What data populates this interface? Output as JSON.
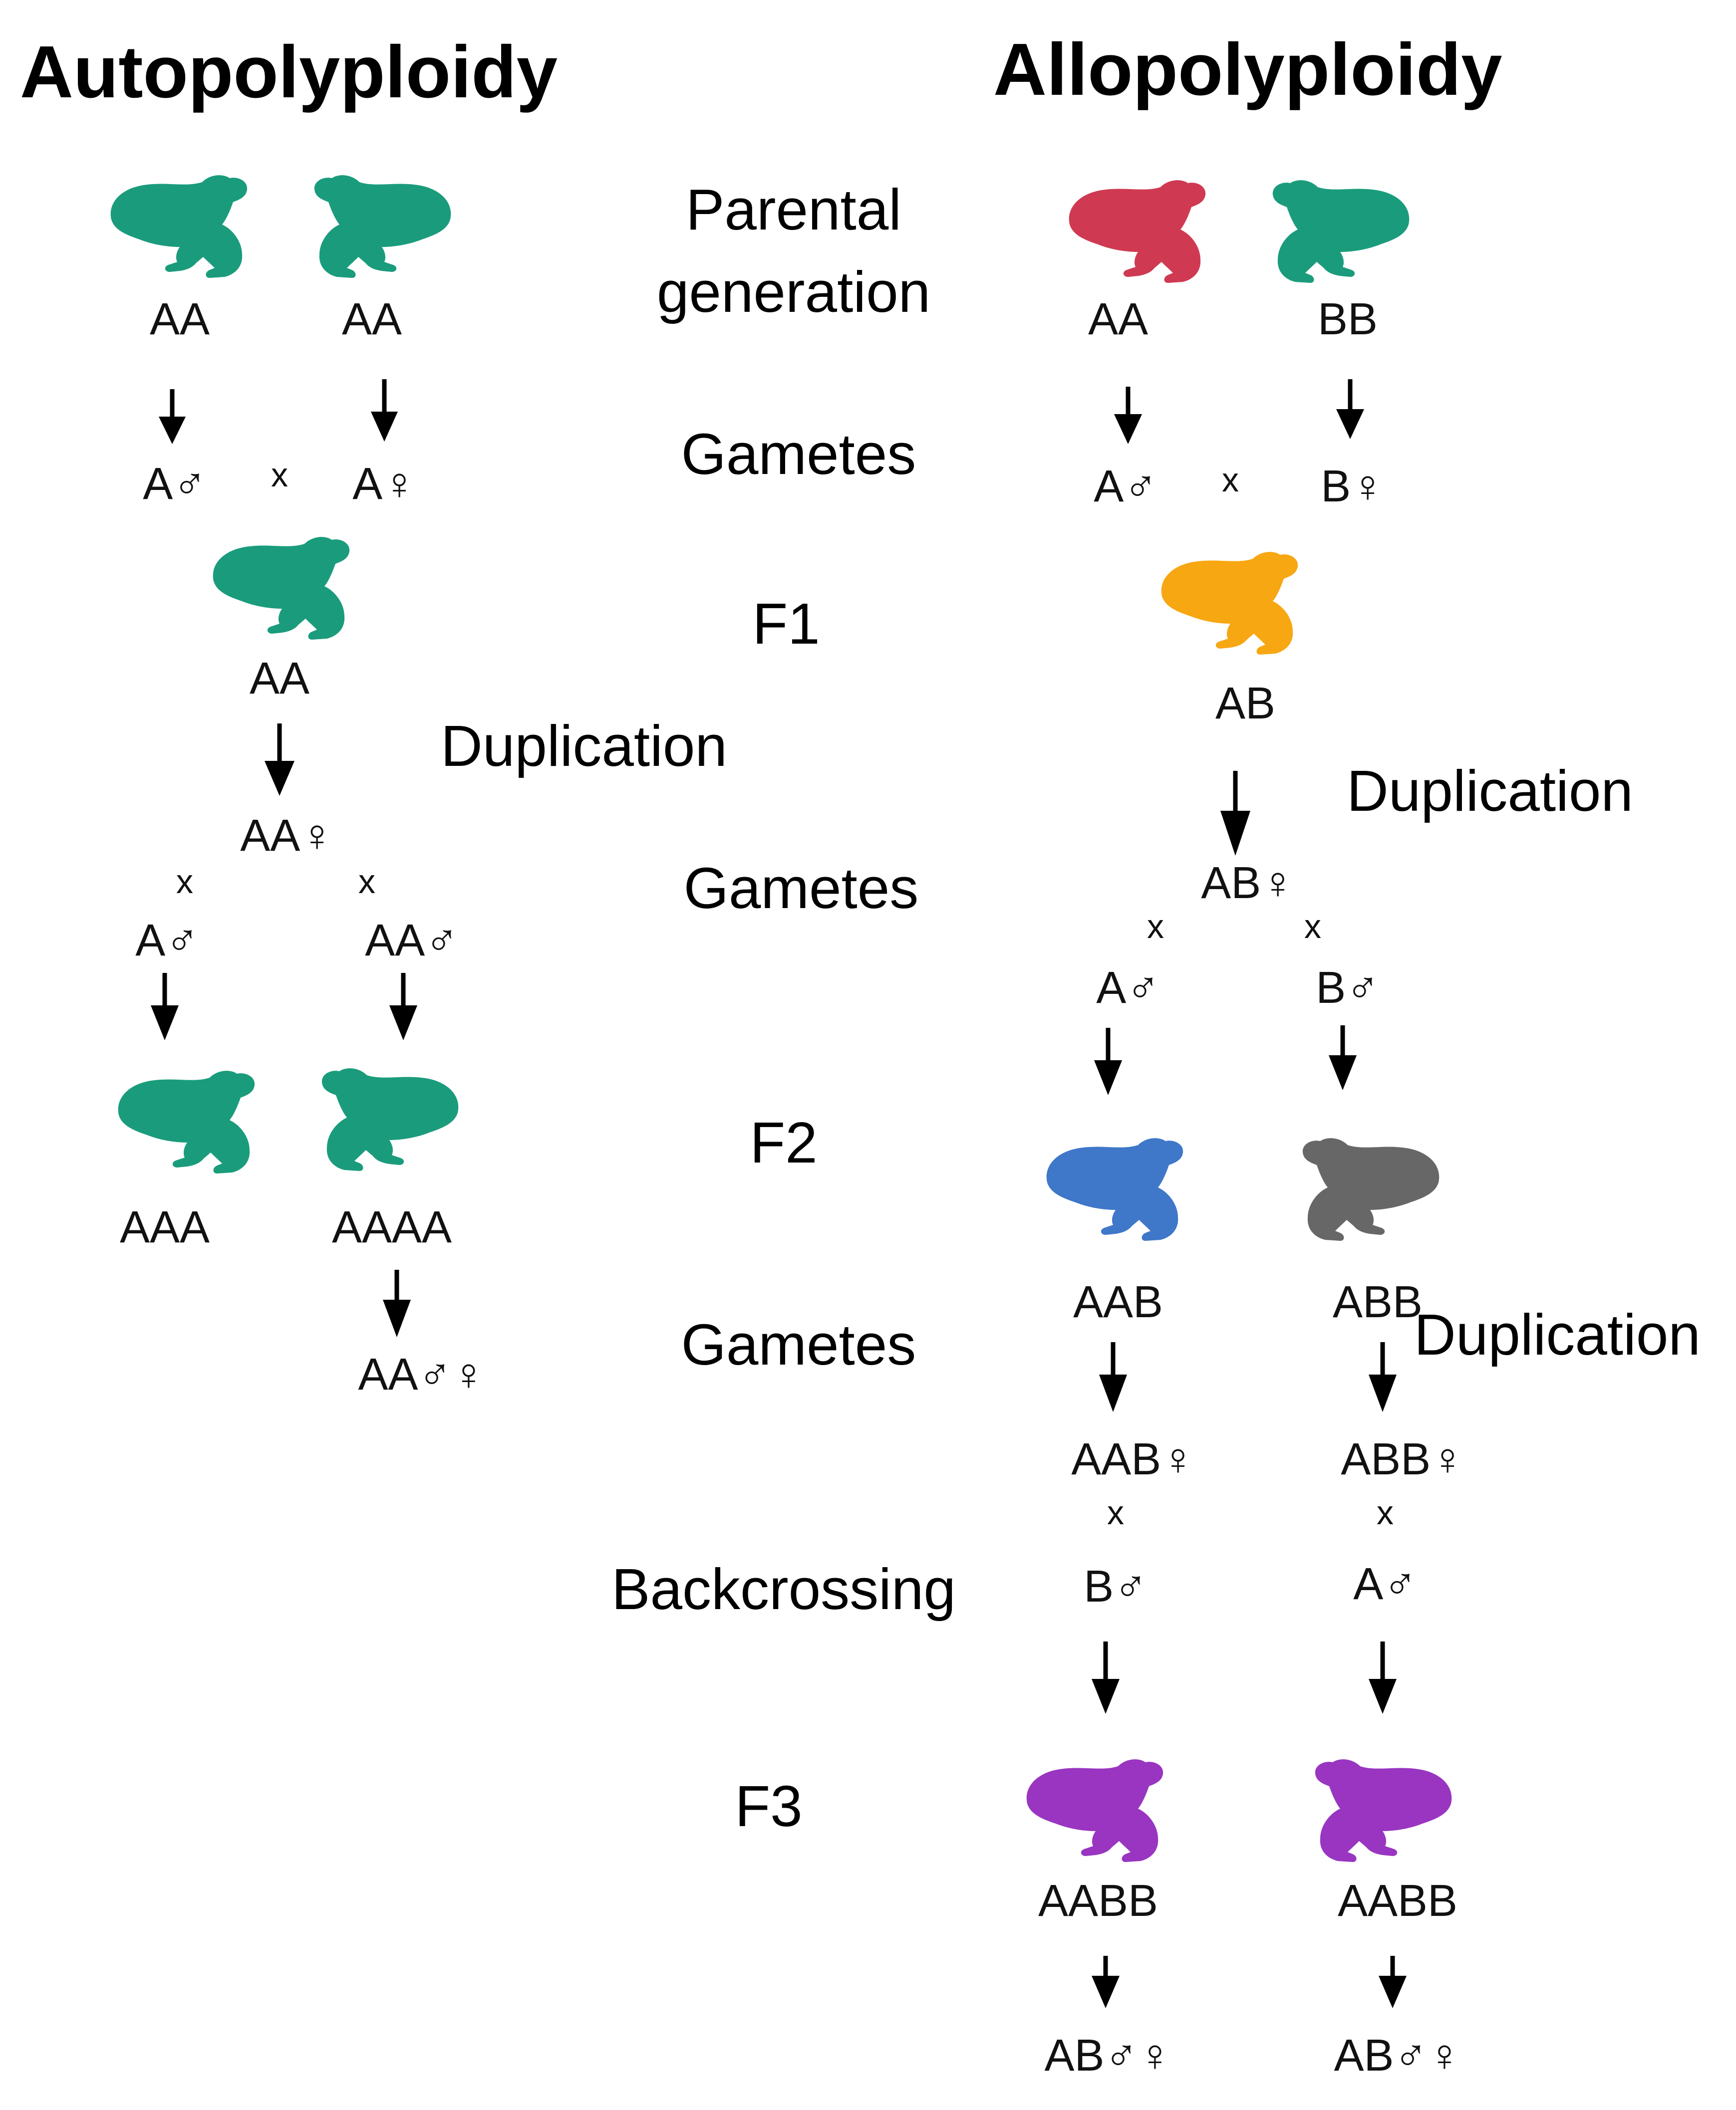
{
  "titles": {
    "auto": "Autopolyploidy",
    "allo": "Allopolyploidy"
  },
  "stages": {
    "parental_1": "Parental",
    "parental_2": "generation",
    "gametes_1": "Gametes",
    "f1": "F1",
    "duplication_auto": "Duplication",
    "gametes_2": "Gametes",
    "f2": "F2",
    "gametes_3": "Gametes",
    "backcrossing": "Backcrossing",
    "f3": "F3",
    "duplication_allo_1": "Duplication",
    "duplication_allo_2": "Duplication"
  },
  "genotypes": {
    "auto_p1": "AA",
    "auto_p2": "AA",
    "auto_g_male": "A♂",
    "auto_g_female": "A♀",
    "auto_f1": "AA",
    "auto_f1_gamete": "AA♀",
    "auto_g2_male_a": "A♂",
    "auto_g2_male_aa": "AA♂",
    "auto_f2_1": "AAA",
    "auto_f2_2": "AAAA",
    "auto_f2_gamete": "AA♂♀",
    "allo_p1": "AA",
    "allo_p2": "BB",
    "allo_g_male": "A♂",
    "allo_g_female": "B♀",
    "allo_f1": "AB",
    "allo_f1_gamete": "AB♀",
    "allo_g2_male_a": "A♂",
    "allo_g2_male_b": "B♂",
    "allo_f2_1": "AAB",
    "allo_f2_2": "ABB",
    "allo_f2_gamete_1": "AAB♀",
    "allo_f2_gamete_2": "ABB♀",
    "allo_back_male_1": "B♂",
    "allo_back_male_2": "A♂",
    "allo_f3_1": "AABB",
    "allo_f3_2": "AABB",
    "allo_f3_gamete_1": "AB♂♀",
    "allo_f3_gamete_2": "AB♂♀"
  },
  "cross_symbol": "x",
  "colors": {
    "green": "#1a9c7c",
    "red": "#cf3a52",
    "orange": "#f7a712",
    "blue": "#3f77c9",
    "gray": "#676767",
    "purple": "#9935c1"
  }
}
